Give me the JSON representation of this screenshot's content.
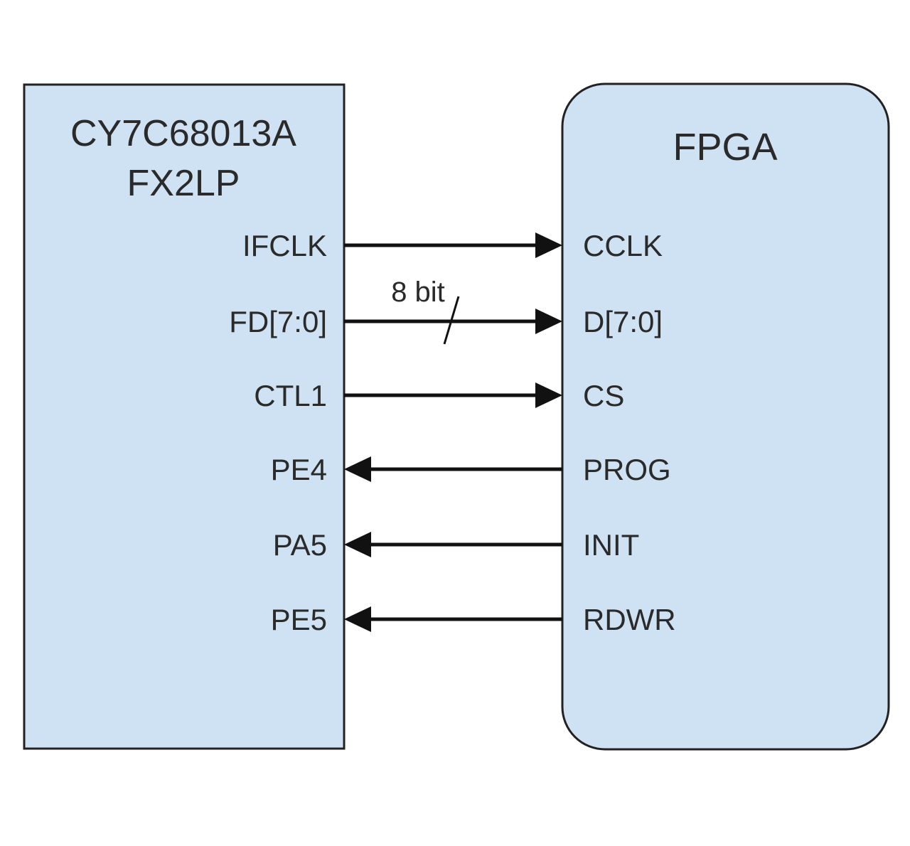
{
  "left_block": {
    "title_line1": "CY7C68013A",
    "title_line2": "FX2LP",
    "fill_color": "#cfe2f3"
  },
  "right_block": {
    "title": "FPGA",
    "fill_color": "#cfe2f3"
  },
  "connections": [
    {
      "left_pin": "IFCLK",
      "right_pin": "CCLK",
      "direction": "left-to-right"
    },
    {
      "left_pin": "FD[7:0]",
      "right_pin": "D[7:0]",
      "direction": "left-to-right",
      "bus_label": "8 bit"
    },
    {
      "left_pin": "CTL1",
      "right_pin": "CS",
      "direction": "left-to-right"
    },
    {
      "left_pin": "PE4",
      "right_pin": "PROG",
      "direction": "right-to-left"
    },
    {
      "left_pin": "PA5",
      "right_pin": "INIT",
      "direction": "right-to-left"
    },
    {
      "left_pin": "PE5",
      "right_pin": "RDWR",
      "direction": "right-to-left"
    }
  ]
}
